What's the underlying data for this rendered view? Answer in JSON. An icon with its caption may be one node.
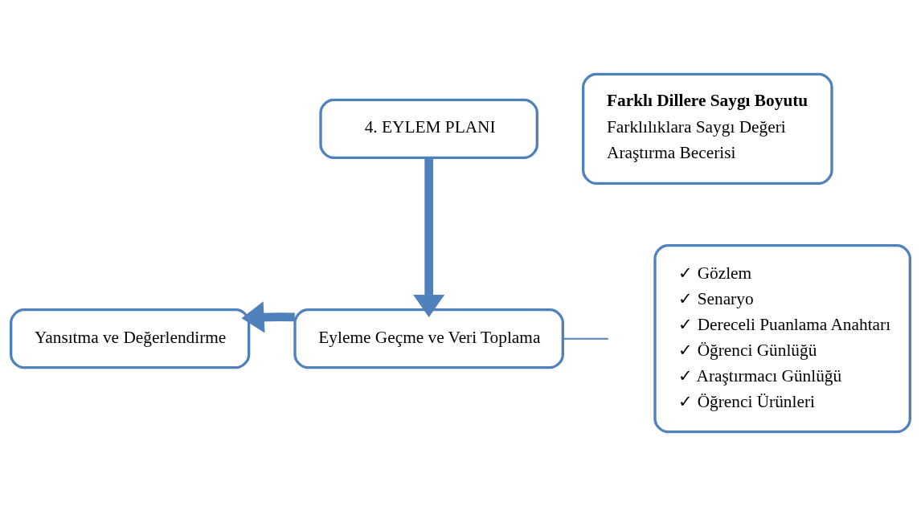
{
  "diagram": {
    "nodes": [
      {
        "text": [
          "4. EYLEM PLANI"
        ]
      },
      {
        "text": [
          "Farklı Dillere Saygı Boyutu",
          "Farklılıklara Saygı Değeri",
          "Araştırma Becerisi"
        ]
      },
      {
        "text": [
          "Yansıtma ve Değerlendirme"
        ]
      },
      {
        "text": [
          "Eyleme Geçme ve Veri Toplama"
        ]
      },
      {
        "text": [
          "✓ Gözlem",
          "✓ Senaryo",
          "✓ Dereceli Puanlama Anahtarı",
          "✓ Öğrenci Günlüğü",
          "✓ Araştırmacı Günlüğü",
          "✓ Öğrenci Ürünleri"
        ]
      }
    ],
    "edges": [
      {
        "from": 0,
        "to": 3,
        "arrow": "to"
      },
      {
        "from": 3,
        "to": 2,
        "arrow": "to"
      },
      {
        "from": 3,
        "to": null,
        "arrow": "none"
      }
    ]
  }
}
